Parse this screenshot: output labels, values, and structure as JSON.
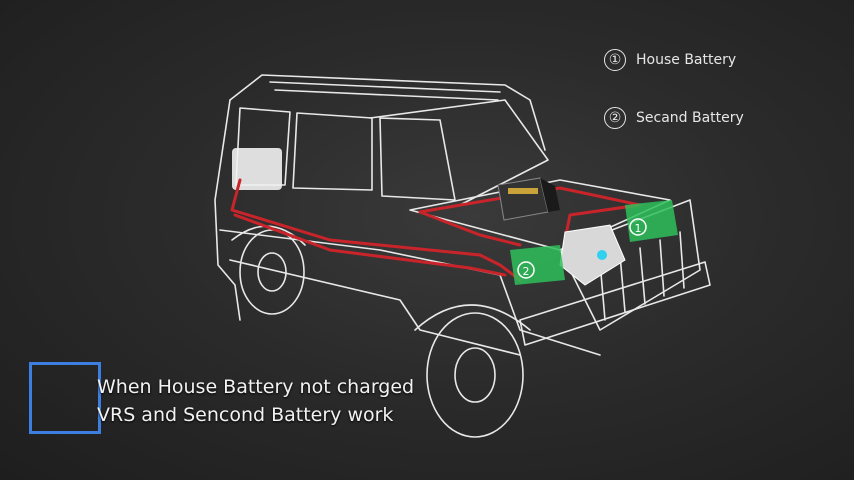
{
  "legend": [
    {
      "number": "①",
      "label": "House Battery"
    },
    {
      "number": "②",
      "label": "Secand Battery"
    }
  ],
  "caption": {
    "line1": "When House Battery not charged",
    "line2": "VRS and Sencond Battery work"
  },
  "colors": {
    "accent_cable": "#c8242a",
    "battery_green": "#2fbf5a",
    "caption_box": "#3d7fe0",
    "line_art": "#e8e8e8"
  }
}
